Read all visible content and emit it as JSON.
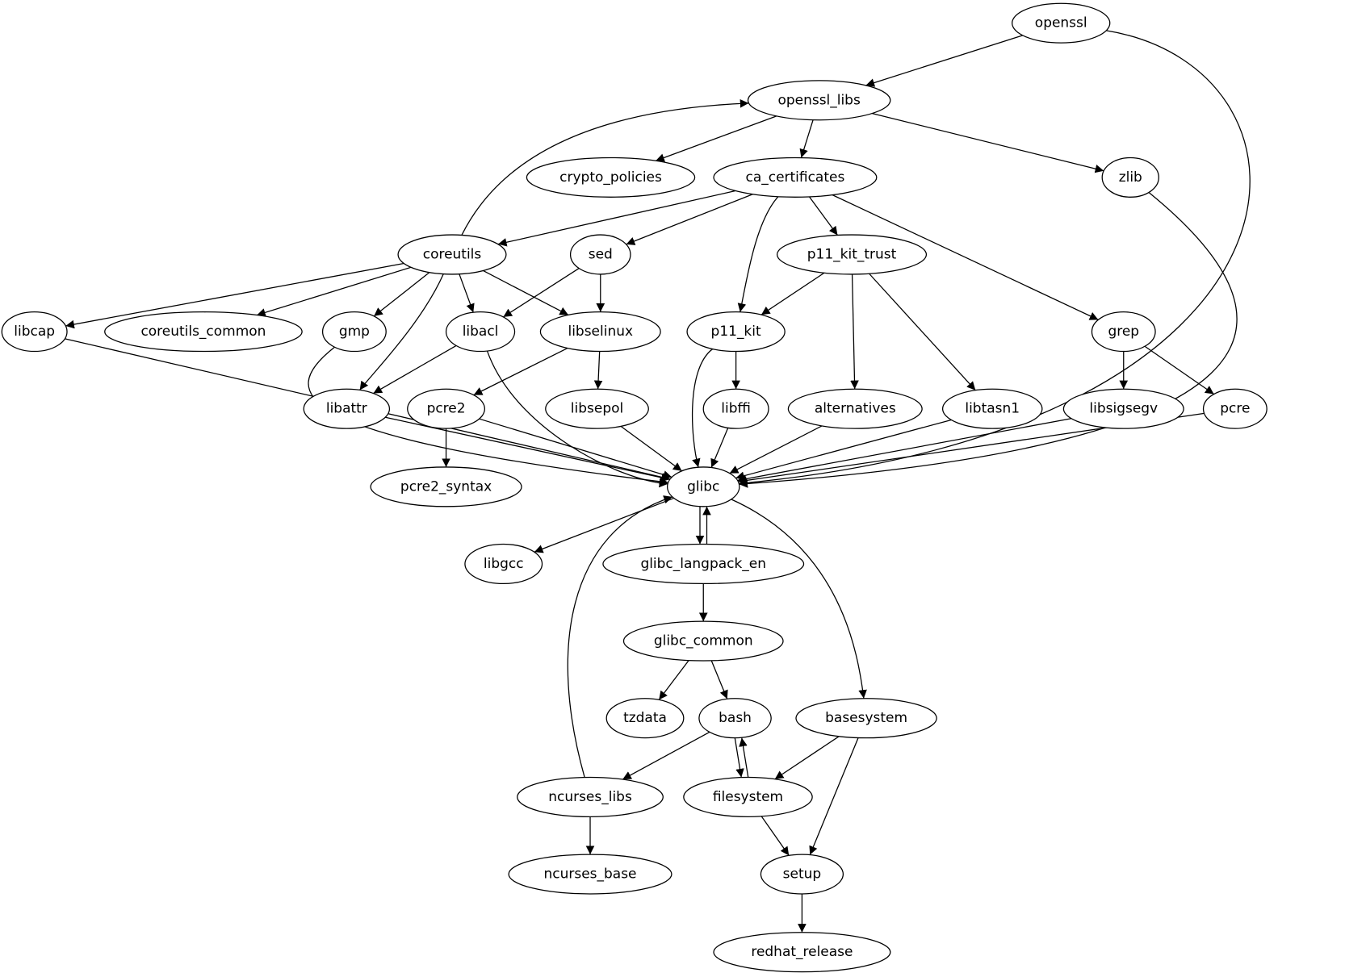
{
  "nodes": [
    "openssl",
    "openssl_libs",
    "crypto_policies",
    "ca_certificates",
    "zlib",
    "coreutils",
    "sed",
    "p11_kit_trust",
    "libcap",
    "coreutils_common",
    "gmp",
    "libacl",
    "libselinux",
    "p11_kit",
    "grep",
    "libattr",
    "pcre2",
    "libsepol",
    "libffi",
    "alternatives",
    "libtasn1",
    "libsigsegv",
    "pcre",
    "glibc",
    "pcre2_syntax",
    "libgcc",
    "glibc_langpack_en",
    "glibc_common",
    "tzdata",
    "bash",
    "basesystem",
    "ncurses_libs",
    "filesystem",
    "setup",
    "ncurses_base",
    "redhat_release"
  ],
  "edges": [
    [
      "openssl",
      "openssl_libs"
    ],
    [
      "openssl",
      "glibc"
    ],
    [
      "openssl_libs",
      "crypto_policies"
    ],
    [
      "openssl_libs",
      "ca_certificates"
    ],
    [
      "openssl_libs",
      "zlib"
    ],
    [
      "zlib",
      "glibc"
    ],
    [
      "coreutils",
      "openssl_libs"
    ],
    [
      "ca_certificates",
      "coreutils"
    ],
    [
      "ca_certificates",
      "sed"
    ],
    [
      "ca_certificates",
      "p11_kit"
    ],
    [
      "ca_certificates",
      "p11_kit_trust"
    ],
    [
      "ca_certificates",
      "grep"
    ],
    [
      "coreutils",
      "libcap"
    ],
    [
      "coreutils",
      "coreutils_common"
    ],
    [
      "coreutils",
      "gmp"
    ],
    [
      "coreutils",
      "libacl"
    ],
    [
      "coreutils",
      "libselinux"
    ],
    [
      "coreutils",
      "libattr"
    ],
    [
      "sed",
      "libacl"
    ],
    [
      "sed",
      "libselinux"
    ],
    [
      "p11_kit_trust",
      "p11_kit"
    ],
    [
      "p11_kit_trust",
      "alternatives"
    ],
    [
      "p11_kit_trust",
      "libtasn1"
    ],
    [
      "libcap",
      "glibc"
    ],
    [
      "gmp",
      "glibc"
    ],
    [
      "libacl",
      "libattr"
    ],
    [
      "libacl",
      "glibc"
    ],
    [
      "libselinux",
      "pcre2"
    ],
    [
      "libselinux",
      "libsepol"
    ],
    [
      "p11_kit",
      "libffi"
    ],
    [
      "p11_kit",
      "glibc"
    ],
    [
      "grep",
      "libsigsegv"
    ],
    [
      "grep",
      "pcre"
    ],
    [
      "libattr",
      "glibc"
    ],
    [
      "pcre2",
      "pcre2_syntax"
    ],
    [
      "pcre2",
      "glibc"
    ],
    [
      "libsepol",
      "glibc"
    ],
    [
      "libffi",
      "glibc"
    ],
    [
      "alternatives",
      "glibc"
    ],
    [
      "libtasn1",
      "glibc"
    ],
    [
      "libsigsegv",
      "glibc"
    ],
    [
      "pcre",
      "glibc"
    ],
    [
      "glibc",
      "libgcc"
    ],
    [
      "glibc",
      "glibc_langpack_en"
    ],
    [
      "glibc_langpack_en",
      "glibc"
    ],
    [
      "glibc",
      "basesystem"
    ],
    [
      "glibc_langpack_en",
      "glibc_common"
    ],
    [
      "glibc_common",
      "tzdata"
    ],
    [
      "glibc_common",
      "bash"
    ],
    [
      "bash",
      "ncurses_libs"
    ],
    [
      "bash",
      "filesystem"
    ],
    [
      "filesystem",
      "bash"
    ],
    [
      "basesystem",
      "filesystem"
    ],
    [
      "basesystem",
      "setup"
    ],
    [
      "ncurses_libs",
      "glibc"
    ],
    [
      "ncurses_libs",
      "ncurses_base"
    ],
    [
      "filesystem",
      "setup"
    ],
    [
      "setup",
      "redhat_release"
    ]
  ]
}
